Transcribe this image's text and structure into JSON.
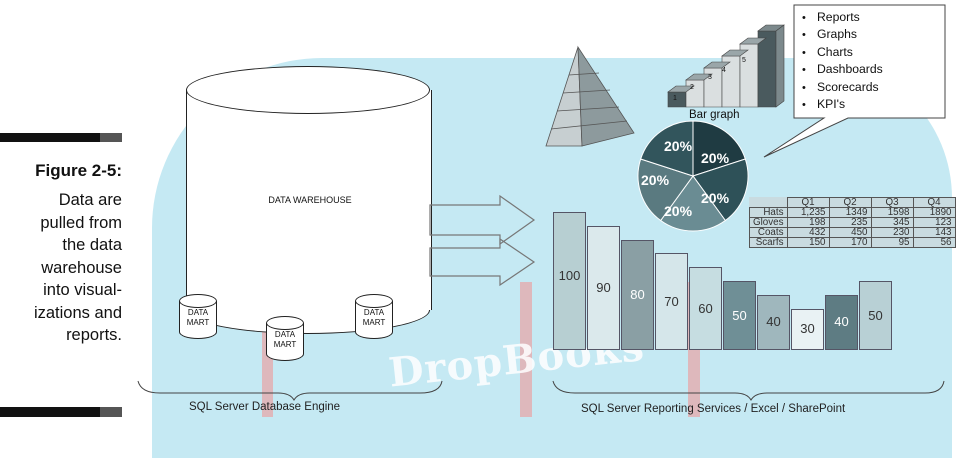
{
  "caption": {
    "title": "Figure 2-5:",
    "lines": [
      "Data are",
      "pulled from",
      "the data",
      "warehouse",
      "into visual-",
      "izations and",
      "reports."
    ]
  },
  "warehouse": {
    "label": "DATA WAREHOUSE",
    "marts": [
      {
        "line1": "DATA",
        "line2": "MART"
      },
      {
        "line1": "DATA",
        "line2": "MART"
      },
      {
        "line1": "DATA",
        "line2": "MART"
      }
    ]
  },
  "labels": {
    "left_bottom": "SQL Server Database Engine",
    "right_bottom": "SQL Server Reporting Services / Excel / SharePoint",
    "bar_graph": "Bar graph",
    "watermark": "DropBooks"
  },
  "callout": {
    "items": [
      "Reports",
      "Graphs",
      "Charts",
      "Dashboards",
      "Scorecards",
      "KPI's"
    ]
  },
  "step_graph": {
    "labels": [
      "1",
      "2",
      "3",
      "4",
      "5"
    ]
  },
  "pie": {
    "slices": [
      "20%",
      "20%",
      "20%",
      "20%",
      "20%"
    ],
    "colors": [
      "#1f3b42",
      "#2e5158",
      "#6a8c93",
      "#5a7a80",
      "#32555c"
    ]
  },
  "table": {
    "headers": [
      "",
      "Q1",
      "Q2",
      "Q3",
      "Q4"
    ],
    "rows": [
      [
        "Hats",
        "1,235",
        "1349",
        "1598",
        "1890"
      ],
      [
        "Gloves",
        "198",
        "235",
        "345",
        "123"
      ],
      [
        "Coats",
        "432",
        "450",
        "230",
        "143"
      ],
      [
        "Scarfs",
        "150",
        "170",
        "95",
        "56"
      ]
    ]
  },
  "bars": {
    "values": [
      "100",
      "90",
      "80",
      "70",
      "60",
      "50",
      "40",
      "30",
      "40",
      "50"
    ],
    "colors": [
      "#b7cfd2",
      "#dbe9ec",
      "#8a9fa4",
      "#d5e6ea",
      "#c6dde1",
      "#6f8f96",
      "#9fb7bd",
      "#e9f2f4",
      "#5e7c83",
      "#b8d0d5"
    ]
  }
}
